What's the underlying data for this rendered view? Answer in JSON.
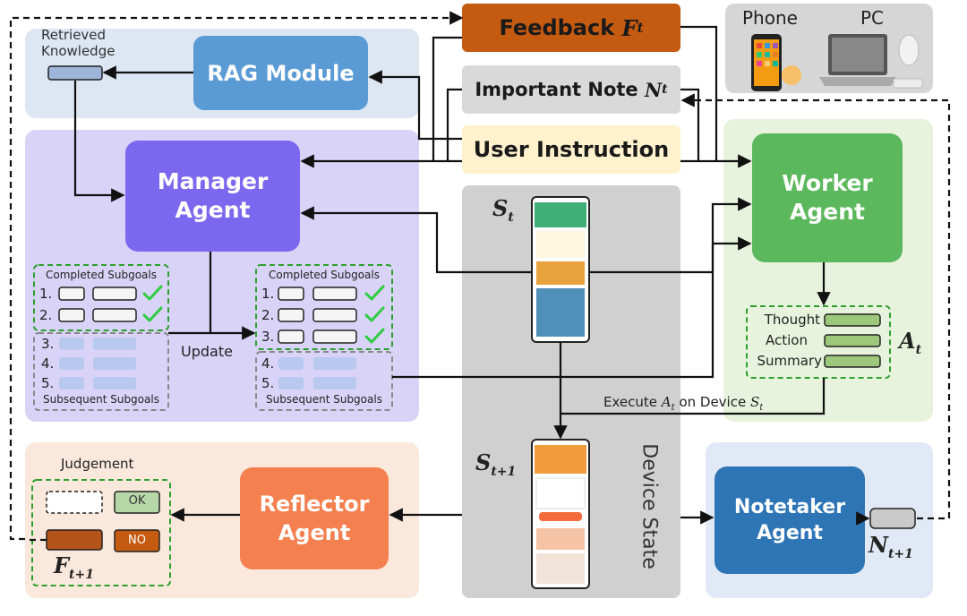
{
  "feedback": {
    "label": "Feedback",
    "var": "F",
    "sub": "t"
  },
  "note": {
    "label": "Important Note",
    "var": "N",
    "sub": "t"
  },
  "instruction": {
    "label": "User Instruction"
  },
  "rag": {
    "label": "RAG Module",
    "retrieved": [
      "Retrieved",
      "Knowledge"
    ]
  },
  "devices": {
    "phone": "Phone",
    "pc": "PC"
  },
  "manager": {
    "line1": "Manager",
    "line2": "Agent"
  },
  "worker": {
    "line1": "Worker",
    "line2": "Agent"
  },
  "reflector": {
    "line1": "Reflector",
    "line2": "Agent"
  },
  "notetaker": {
    "line1": "Notetaker",
    "line2": "Agent"
  },
  "subgoals": {
    "completed_title": "Completed Subgoals",
    "subsequent_title": "Subsequent Subgoals",
    "update_label": "Update",
    "left_completed": [
      "1.",
      "2."
    ],
    "left_subsequent": [
      "3.",
      "4.",
      "5."
    ],
    "right_completed": [
      "1.",
      "2.",
      "3."
    ],
    "right_subsequent": [
      "4.",
      "5."
    ]
  },
  "action_items": [
    "Thought",
    "Action",
    "Summary"
  ],
  "action_var": {
    "var": "A",
    "sub": "t"
  },
  "state_t": {
    "var": "S",
    "sub": "t"
  },
  "state_t1": {
    "var": "S",
    "sub": "t+1"
  },
  "device_state": "Device State",
  "execute": {
    "prefix": "Execute",
    "v1": "A",
    "s1": "t",
    "mid": "on Device",
    "v2": "S",
    "s2": "t"
  },
  "judgement": {
    "title": "Judgement",
    "ok": "OK",
    "no": "NO",
    "var": "F",
    "sub": "t+1"
  },
  "next_note": {
    "var": "N",
    "sub": "t+1"
  },
  "colors": {
    "feedback": "#c55a11",
    "note_box": "#d9d9d9",
    "instruction": "#fff2cc",
    "rag": "#5b9bd5",
    "manager": "#7b68ee",
    "worker": "#5cb85c",
    "reflector": "#f4804f",
    "notetaker": "#2e75b6",
    "check": "#2ecc40"
  }
}
